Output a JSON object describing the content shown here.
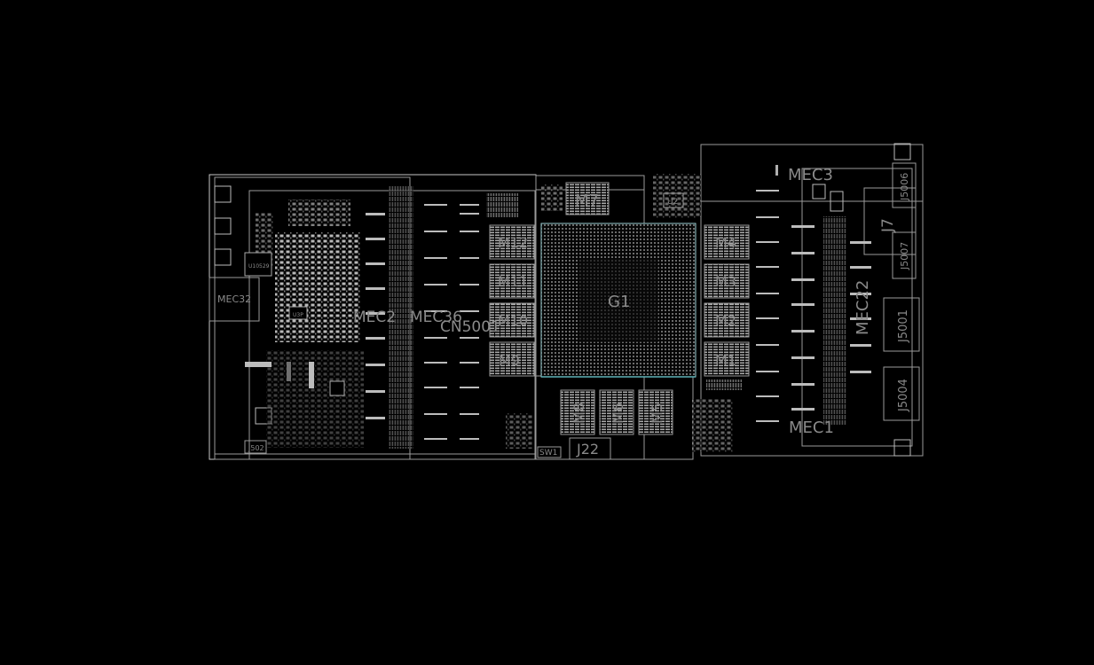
{
  "board": {
    "gpu": "G1",
    "memory": [
      "M1",
      "M2",
      "M3",
      "M4",
      "M5",
      "M6",
      "M7",
      "M8",
      "M9",
      "M10",
      "M11",
      "M12"
    ],
    "connectors": {
      "j22": "J22",
      "j7": "J7",
      "j5001": "J5001",
      "j5004": "J5004",
      "j5006": "J5006",
      "j5007": "J5007",
      "cn": "CN5001",
      "j502": "J502",
      "sw": "SW1",
      "u2": "U2",
      "u10": "U10529",
      "u3": "U3P"
    },
    "mec": {
      "mec1": "MEC1",
      "mec3": "MEC3",
      "mec22": "MEC22",
      "mec32": "MEC32",
      "mec36": "MEC36",
      "mec2x": "MEC2"
    }
  },
  "colors": {
    "background": "#000000",
    "outline": "#9a9a9a",
    "pad": "#bdbdbd",
    "accent": "#5fb3b8"
  }
}
